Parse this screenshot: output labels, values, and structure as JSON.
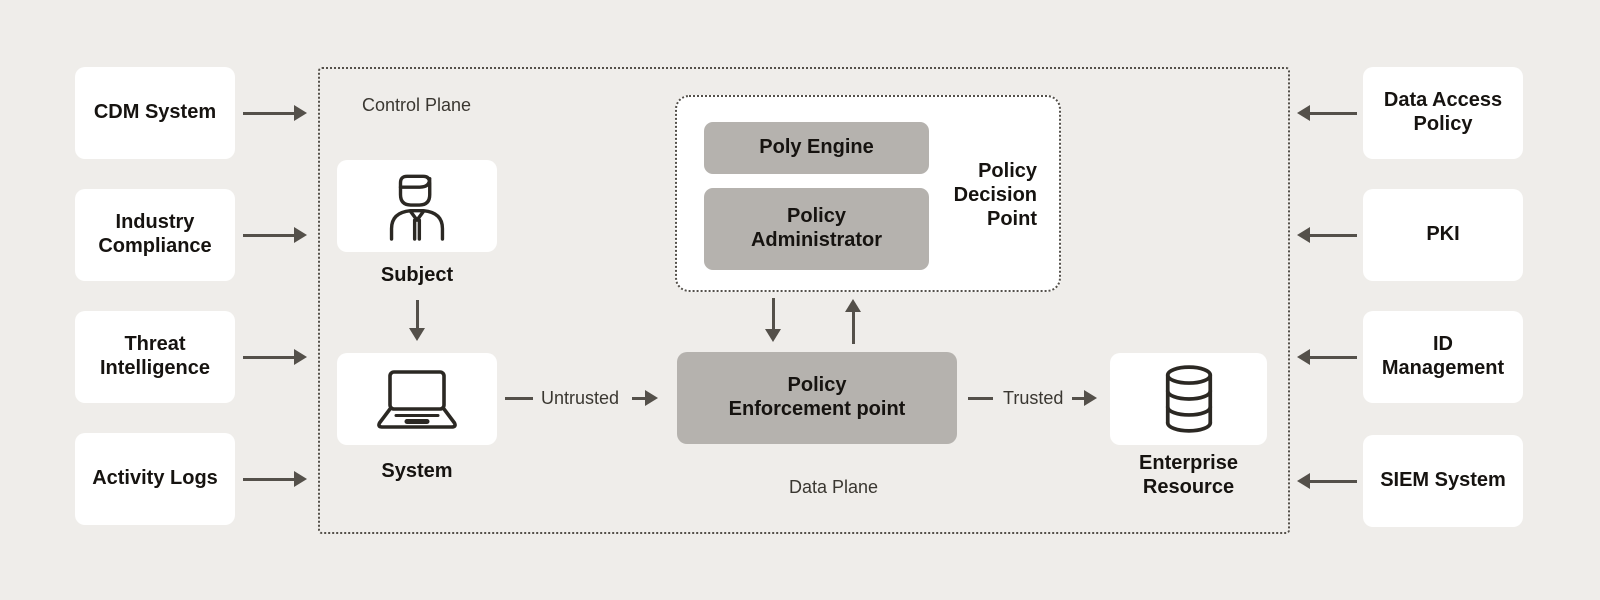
{
  "diagram": {
    "planes": {
      "control_plane_label": "Control Plane",
      "data_plane_label": "Data Plane"
    },
    "left_inputs": [
      {
        "label": "CDM System"
      },
      {
        "label": "Industry\nCompliance"
      },
      {
        "label": "Threat\nIntelligence"
      },
      {
        "label": "Activity Logs"
      }
    ],
    "right_inputs": [
      {
        "label": "Data Access\nPolicy"
      },
      {
        "label": "PKI"
      },
      {
        "label": "ID\nManagement"
      },
      {
        "label": "SIEM System"
      }
    ],
    "policy_decision_point": {
      "engine_label": "Poly Engine",
      "administrator_label": "Policy\nAdministrator",
      "label": "Policy\nDecision\nPoint"
    },
    "policy_enforcement_label": "Policy\nEnforcement point",
    "subject_label": "Subject",
    "system_label": "System",
    "enterprise_resource_label": "Enterprise\nResource",
    "flow_labels": {
      "untrusted": "Untrusted",
      "trusted": "Trusted"
    },
    "icons": {
      "subject": "person-icon",
      "system": "laptop-icon",
      "resource": "database-icon"
    },
    "colors": {
      "background": "#efedea",
      "node_white": "#ffffff",
      "node_gray": "#b5b2ae",
      "line": "#54504a",
      "text_primary": "#161310",
      "text_secondary": "#3a3731"
    }
  }
}
